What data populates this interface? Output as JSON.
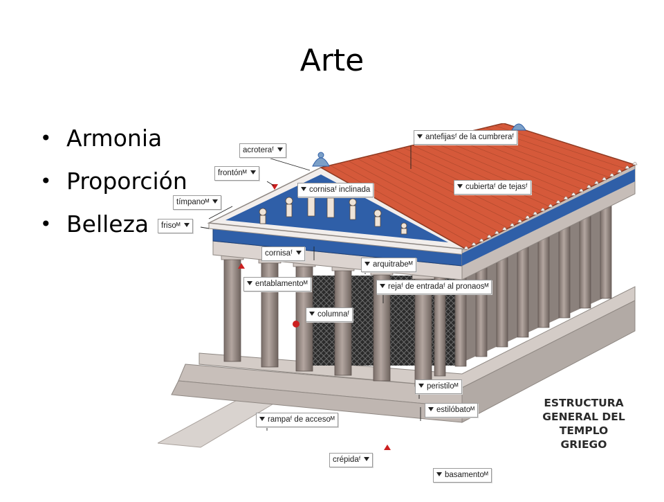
{
  "slide": {
    "title": "Arte",
    "bullets": [
      "Armonia",
      "Proporción",
      "Belleza"
    ]
  },
  "diagram": {
    "caption": [
      "ESTRUCTURA",
      "GENERAL DEL",
      "TEMPLO",
      "GRIEGO"
    ],
    "labels": {
      "antefijas": "antefijasᶠ de la cumbreraᶠ",
      "acrotera": "acroteraᶠ",
      "fronton": "frontónᴹ",
      "cornisa_inclinada": "cornisaᶠ inclinada",
      "cubierta": "cubiertaᶠ de tejasᶠ",
      "timpano": "tímpanoᴹ",
      "friso": "frisoᴹ",
      "cornisa": "cornisaᶠ",
      "arquitrabe": "arquitrabeᴹ",
      "entablamento": "entablamentoᴹ",
      "reja": "rejaᶠ de entradaᶠ al pronaosᴹ",
      "columna": "columnaᶠ",
      "peristilo": "peristiloᴹ",
      "estilobato": "estilóbatoᴹ",
      "rampa": "rampaᶠ de accesoᴹ",
      "crepida": "crépidaᶠ",
      "basamento": "basamentoᴹ"
    },
    "colors": {
      "roof": "#d5593a",
      "frieze_blue": "#2f5fa8",
      "column": "#a1938c",
      "stone": "#d8d0cc",
      "marker_red": "#cc1f1f"
    }
  }
}
